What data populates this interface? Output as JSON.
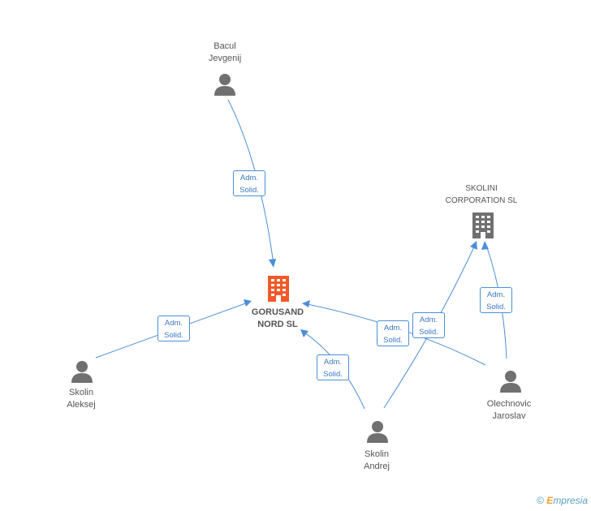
{
  "nodes": {
    "gorusand": {
      "line1": "GORUSAND",
      "line2": "NORD SL",
      "type": "company",
      "highlight_color": "#f05a28"
    },
    "skolini": {
      "line1": "SKOLINI",
      "line2": "CORPORATION SL",
      "type": "company",
      "color": "#707070"
    },
    "bacul": {
      "line1": "Bacul",
      "line2": "Jevgenij",
      "type": "person"
    },
    "aleksej": {
      "line1": "Skolin",
      "line2": "Aleksej",
      "type": "person"
    },
    "andrej": {
      "line1": "Skolin",
      "line2": "Andrej",
      "type": "person"
    },
    "jaroslav": {
      "line1": "Olechnovic",
      "line2": "Jaroslav",
      "type": "person"
    }
  },
  "relations": [
    {
      "from": "Bacul Jevgenij",
      "to": "GORUSAND NORD SL",
      "role_line1": "Adm.",
      "role_line2": "Solid."
    },
    {
      "from": "Skolin Aleksej",
      "to": "GORUSAND NORD SL",
      "role_line1": "Adm.",
      "role_line2": "Solid."
    },
    {
      "from": "Skolin Andrej",
      "to": "GORUSAND NORD SL",
      "role_line1": "Adm.",
      "role_line2": "Solid."
    },
    {
      "from": "Olechnovic Jaroslav",
      "to": "GORUSAND NORD SL",
      "role_line1": "Adm.",
      "role_line2": "Solid."
    },
    {
      "from": "Skolin Andrej",
      "to": "SKOLINI CORPORATION SL",
      "role_line1": "Adm.",
      "role_line2": "Solid."
    },
    {
      "from": "Olechnovic Jaroslav",
      "to": "SKOLINI CORPORATION SL",
      "role_line1": "Adm.",
      "role_line2": "Solid."
    }
  ],
  "colors": {
    "edge": "#4a8fd8",
    "person_icon": "#707070",
    "company_icon": "#707070",
    "main_company_icon": "#f05a28"
  },
  "footer": {
    "copyright": "©",
    "brand_first": "E",
    "brand_rest": "mpresia"
  }
}
